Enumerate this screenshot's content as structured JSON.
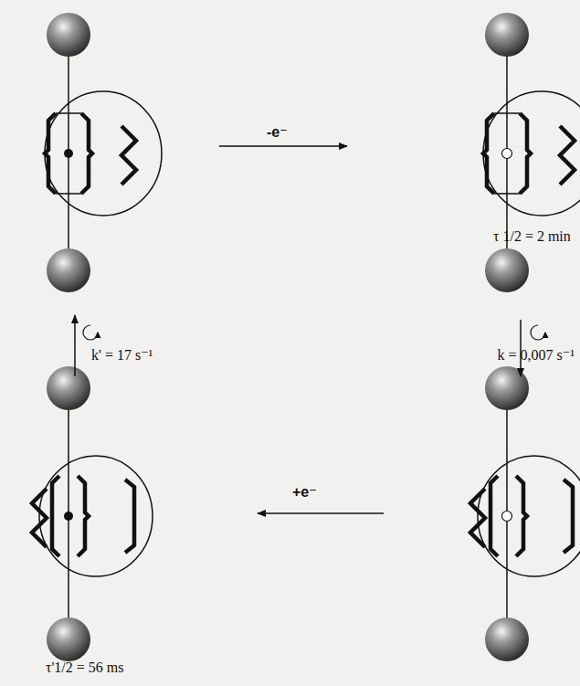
{
  "diagram": {
    "labels": [
      "-e⁻",
      "τ 1/2 = 2 min",
      "k = 0,007 s⁻¹",
      "k' = 17 s⁻¹",
      "+e⁻",
      "τ'1/2 = 56 ms"
    ]
  }
}
